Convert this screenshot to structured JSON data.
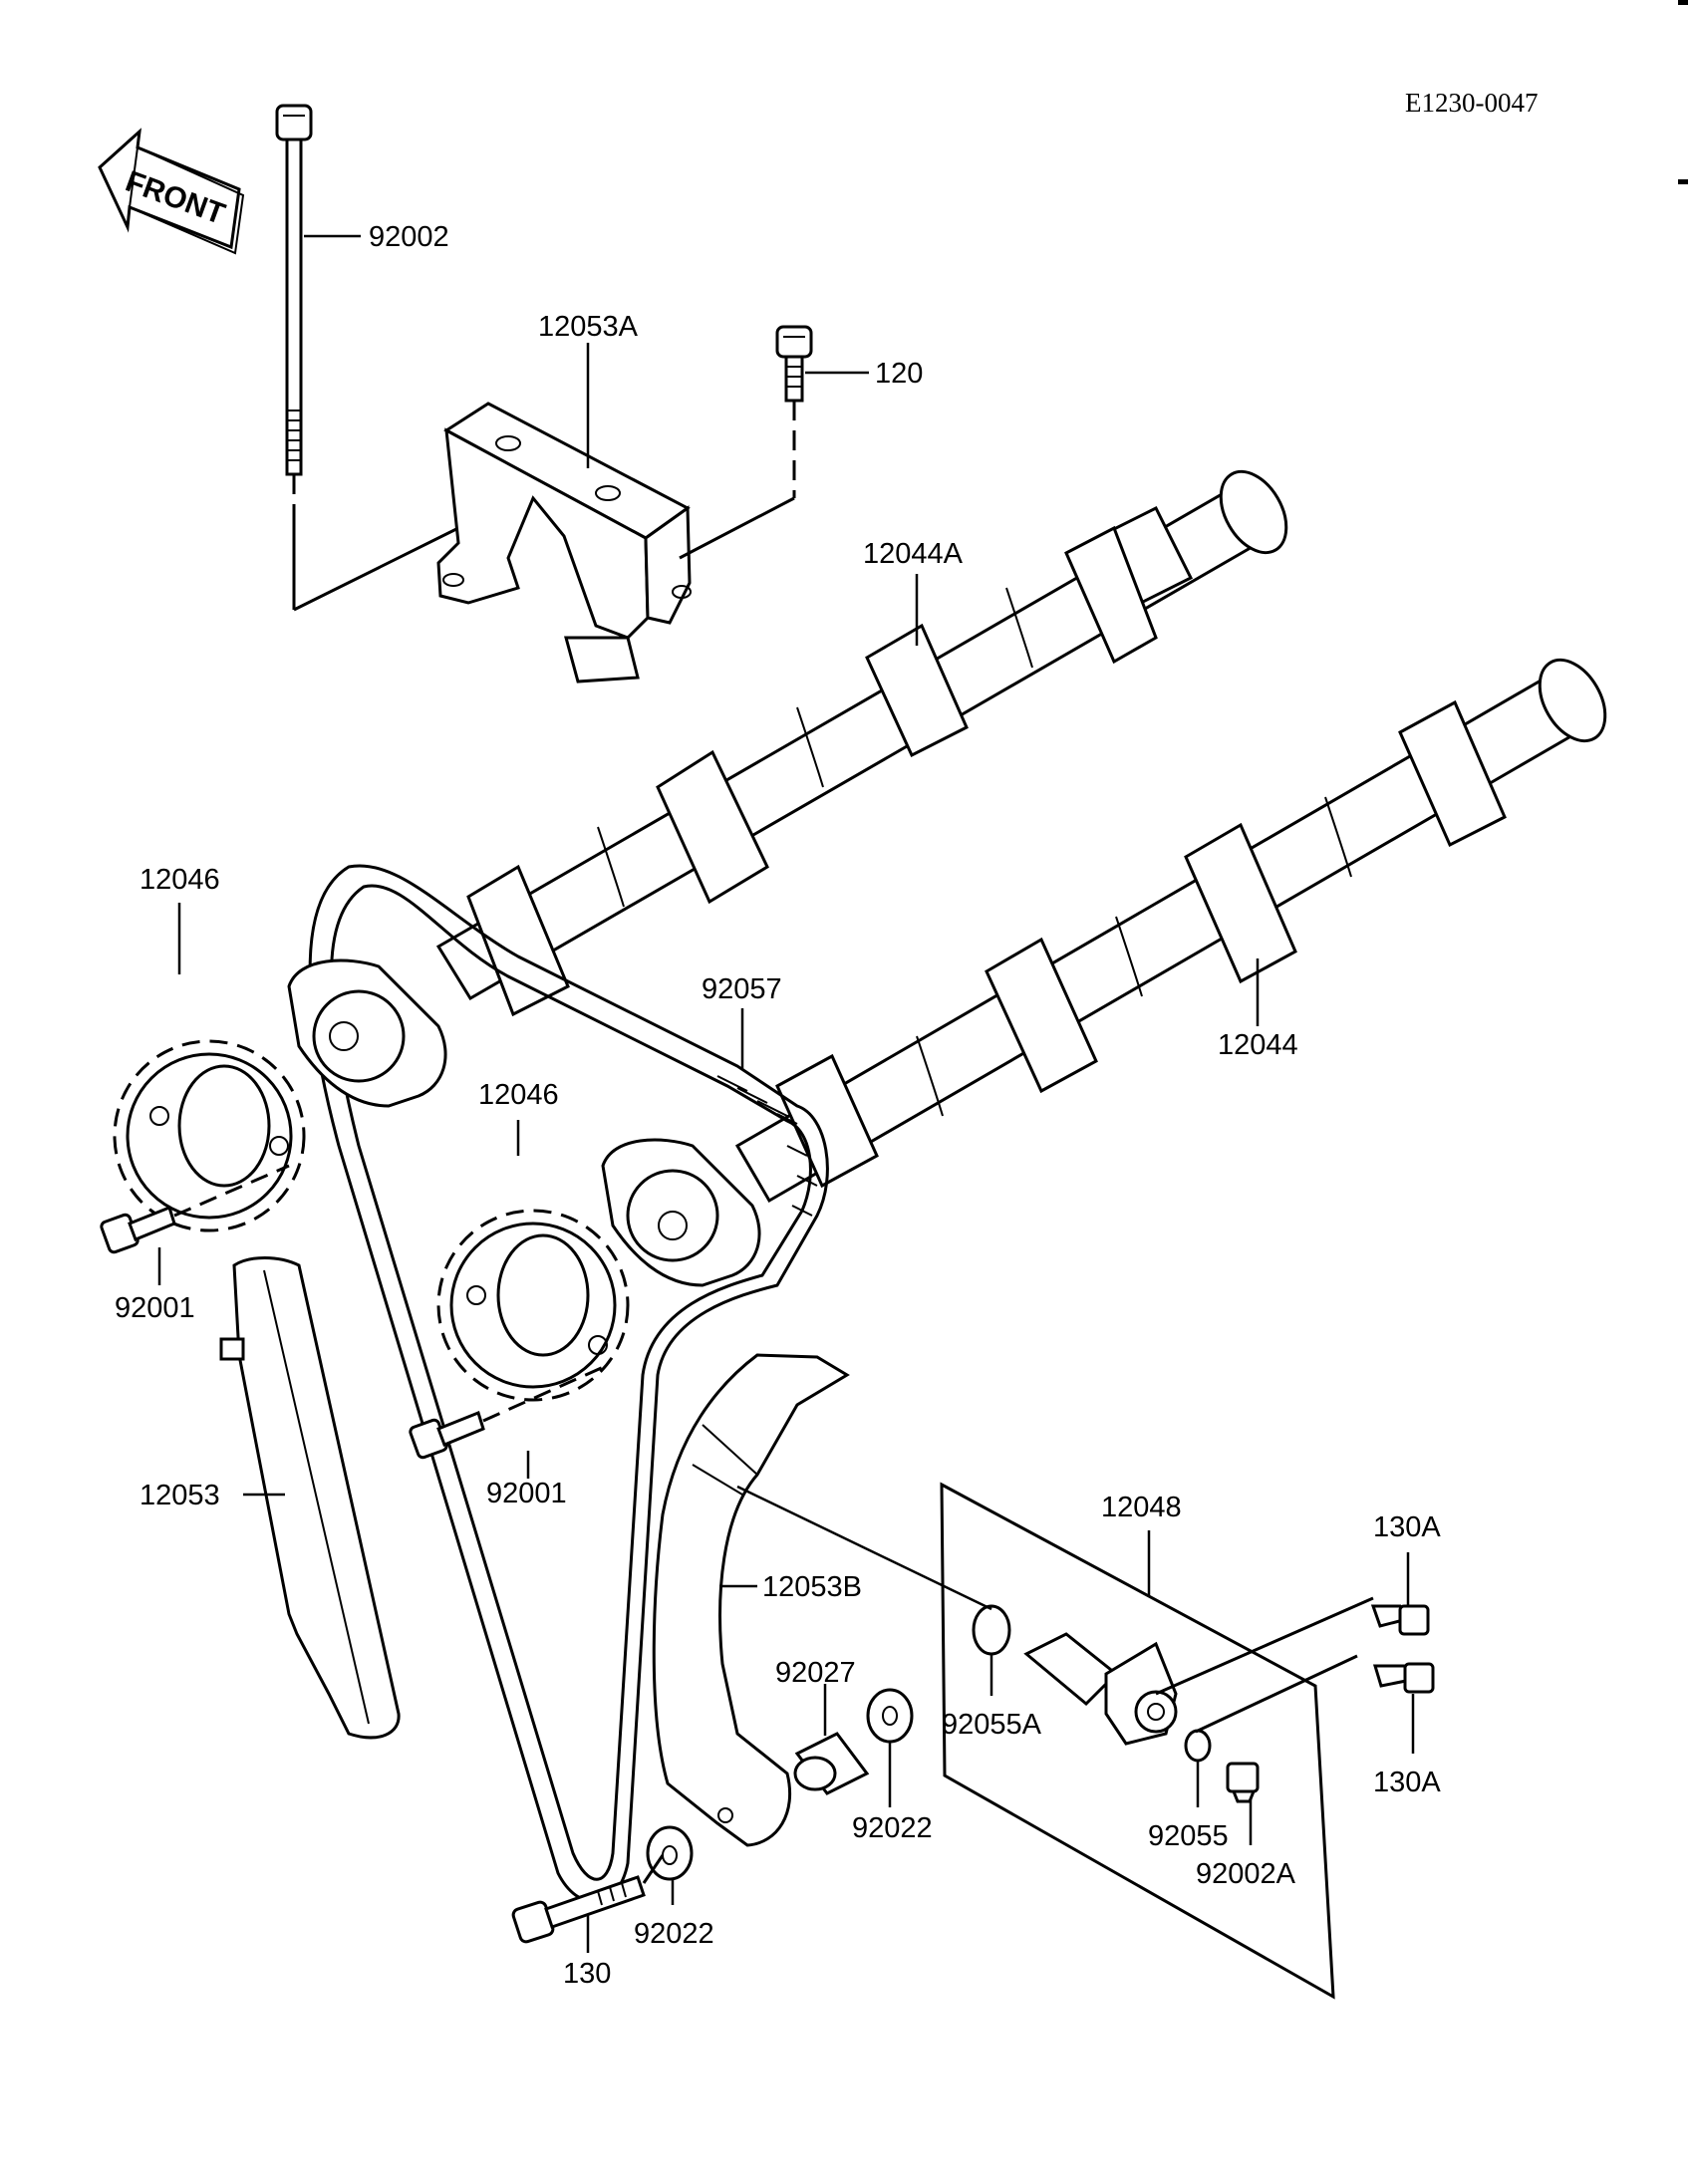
{
  "diagram_code": "E1230-0047",
  "front_label": "FRONT",
  "labels": {
    "bolt_92002": "92002",
    "bracket_12053A": "12053A",
    "bolt_120": "120",
    "camshaft_12044A": "12044A",
    "camshaft_12044": "12044",
    "sprocket_12046_left": "12046",
    "sprocket_12046_right": "12046",
    "chain_92057": "92057",
    "bolt_92001_left": "92001",
    "bolt_92001_right": "92001",
    "guide_12053": "12053",
    "guide_12053B": "12053B",
    "tensioner_12048": "12048",
    "bolt_130A_top": "130A",
    "bolt_130A_bottom": "130A",
    "oring_92055A": "92055A",
    "oring_92055": "92055",
    "bolt_92002A": "92002A",
    "collar_92027": "92027",
    "washer_92022_right": "92022",
    "washer_92022_left": "92022",
    "bolt_130": "130"
  }
}
